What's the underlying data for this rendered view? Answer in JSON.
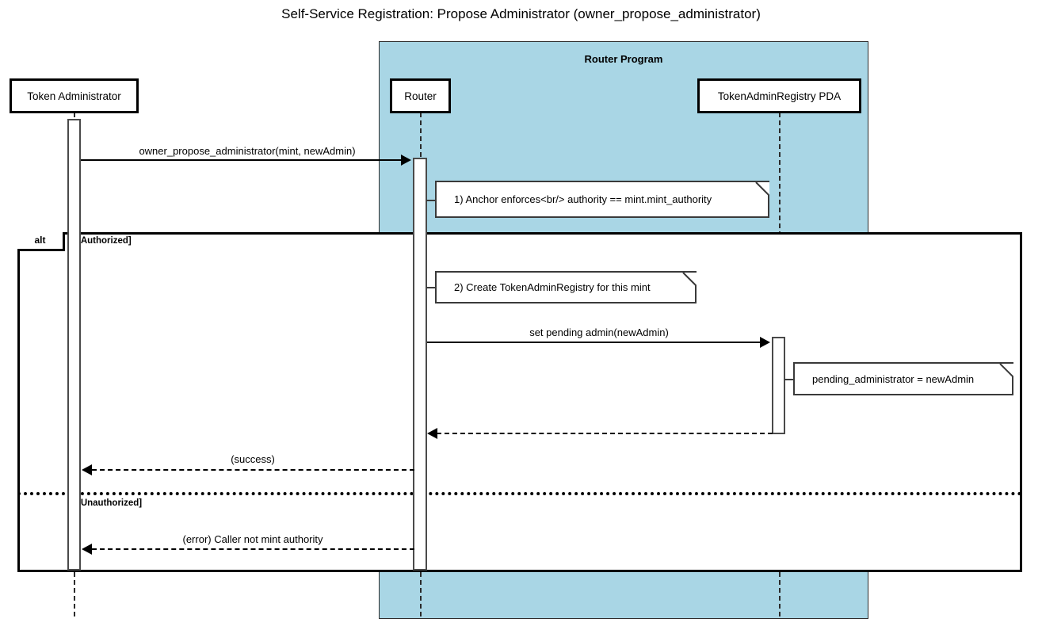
{
  "diagram": {
    "type": "uml-sequence-diagram",
    "title": "Self-Service Registration: Propose Administrator (owner_propose_administrator)",
    "background_color": "#ffffff",
    "group_box": {
      "label": "Router Program",
      "fill_color": "#a9d6e5",
      "border_color": "#2b2b2b"
    },
    "participants": [
      {
        "id": "token-administrator",
        "label": "Token Administrator",
        "in_group": false
      },
      {
        "id": "router",
        "label": "Router",
        "in_group": true
      },
      {
        "id": "token-admin-registry-pda",
        "label": "TokenAdminRegistry PDA",
        "in_group": true
      }
    ],
    "fragment": {
      "kind": "alt",
      "operands": [
        {
          "guard": "[Authorized]"
        },
        {
          "guard": "[Unauthorized]"
        }
      ]
    },
    "messages": [
      {
        "id": "msg-propose",
        "label": "owner_propose_administrator(mint, newAdmin)",
        "from": "token-administrator",
        "to": "router",
        "style": "solid",
        "direction": "right"
      },
      {
        "id": "msg-set-pending-admin",
        "label": "set pending admin(newAdmin)",
        "from": "router",
        "to": "token-admin-registry-pda",
        "style": "solid",
        "direction": "right"
      },
      {
        "id": "msg-pda-return",
        "label": "",
        "from": "token-admin-registry-pda",
        "to": "router",
        "style": "dashed",
        "direction": "left"
      },
      {
        "id": "msg-success",
        "label": "(success)",
        "from": "router",
        "to": "token-administrator",
        "style": "dashed",
        "direction": "left"
      },
      {
        "id": "msg-error",
        "label": "(error) Caller not mint authority",
        "from": "router",
        "to": "token-administrator",
        "style": "dashed",
        "direction": "left"
      }
    ],
    "notes": [
      {
        "id": "note-anchor-enforces",
        "text": "1) Anchor enforces<br/> authority == mint.mint_authority",
        "attached_to": "router"
      },
      {
        "id": "note-create-registry",
        "text": "2) Create TokenAdminRegistry for this mint",
        "attached_to": "router"
      },
      {
        "id": "note-pending-administrator",
        "text": "pending_administrator = newAdmin",
        "attached_to": "token-admin-registry-pda"
      }
    ]
  }
}
